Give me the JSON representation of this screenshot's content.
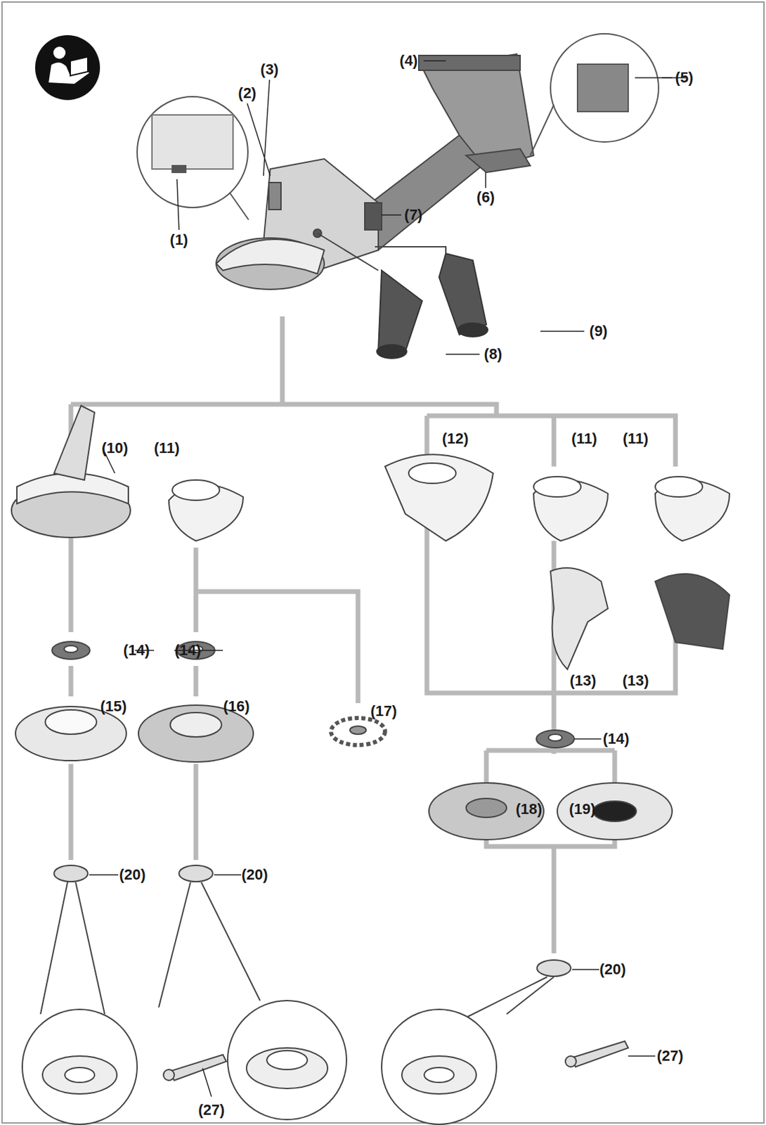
{
  "diagram": {
    "labels": [
      "(3)",
      "(4)",
      "(2)",
      "(5)",
      "(6)",
      "(1)",
      "(7)",
      "(9)",
      "(8)",
      "(10)",
      "(11)",
      "(12)",
      "(11)",
      "(11)",
      "(14)",
      "(14)",
      "(13)",
      "(13)",
      "(15)",
      "(16)",
      "(17)",
      "(14)",
      "(18)",
      "(19)",
      "(20)",
      "(20)",
      "(20)",
      "(27)",
      "(27)"
    ]
  }
}
